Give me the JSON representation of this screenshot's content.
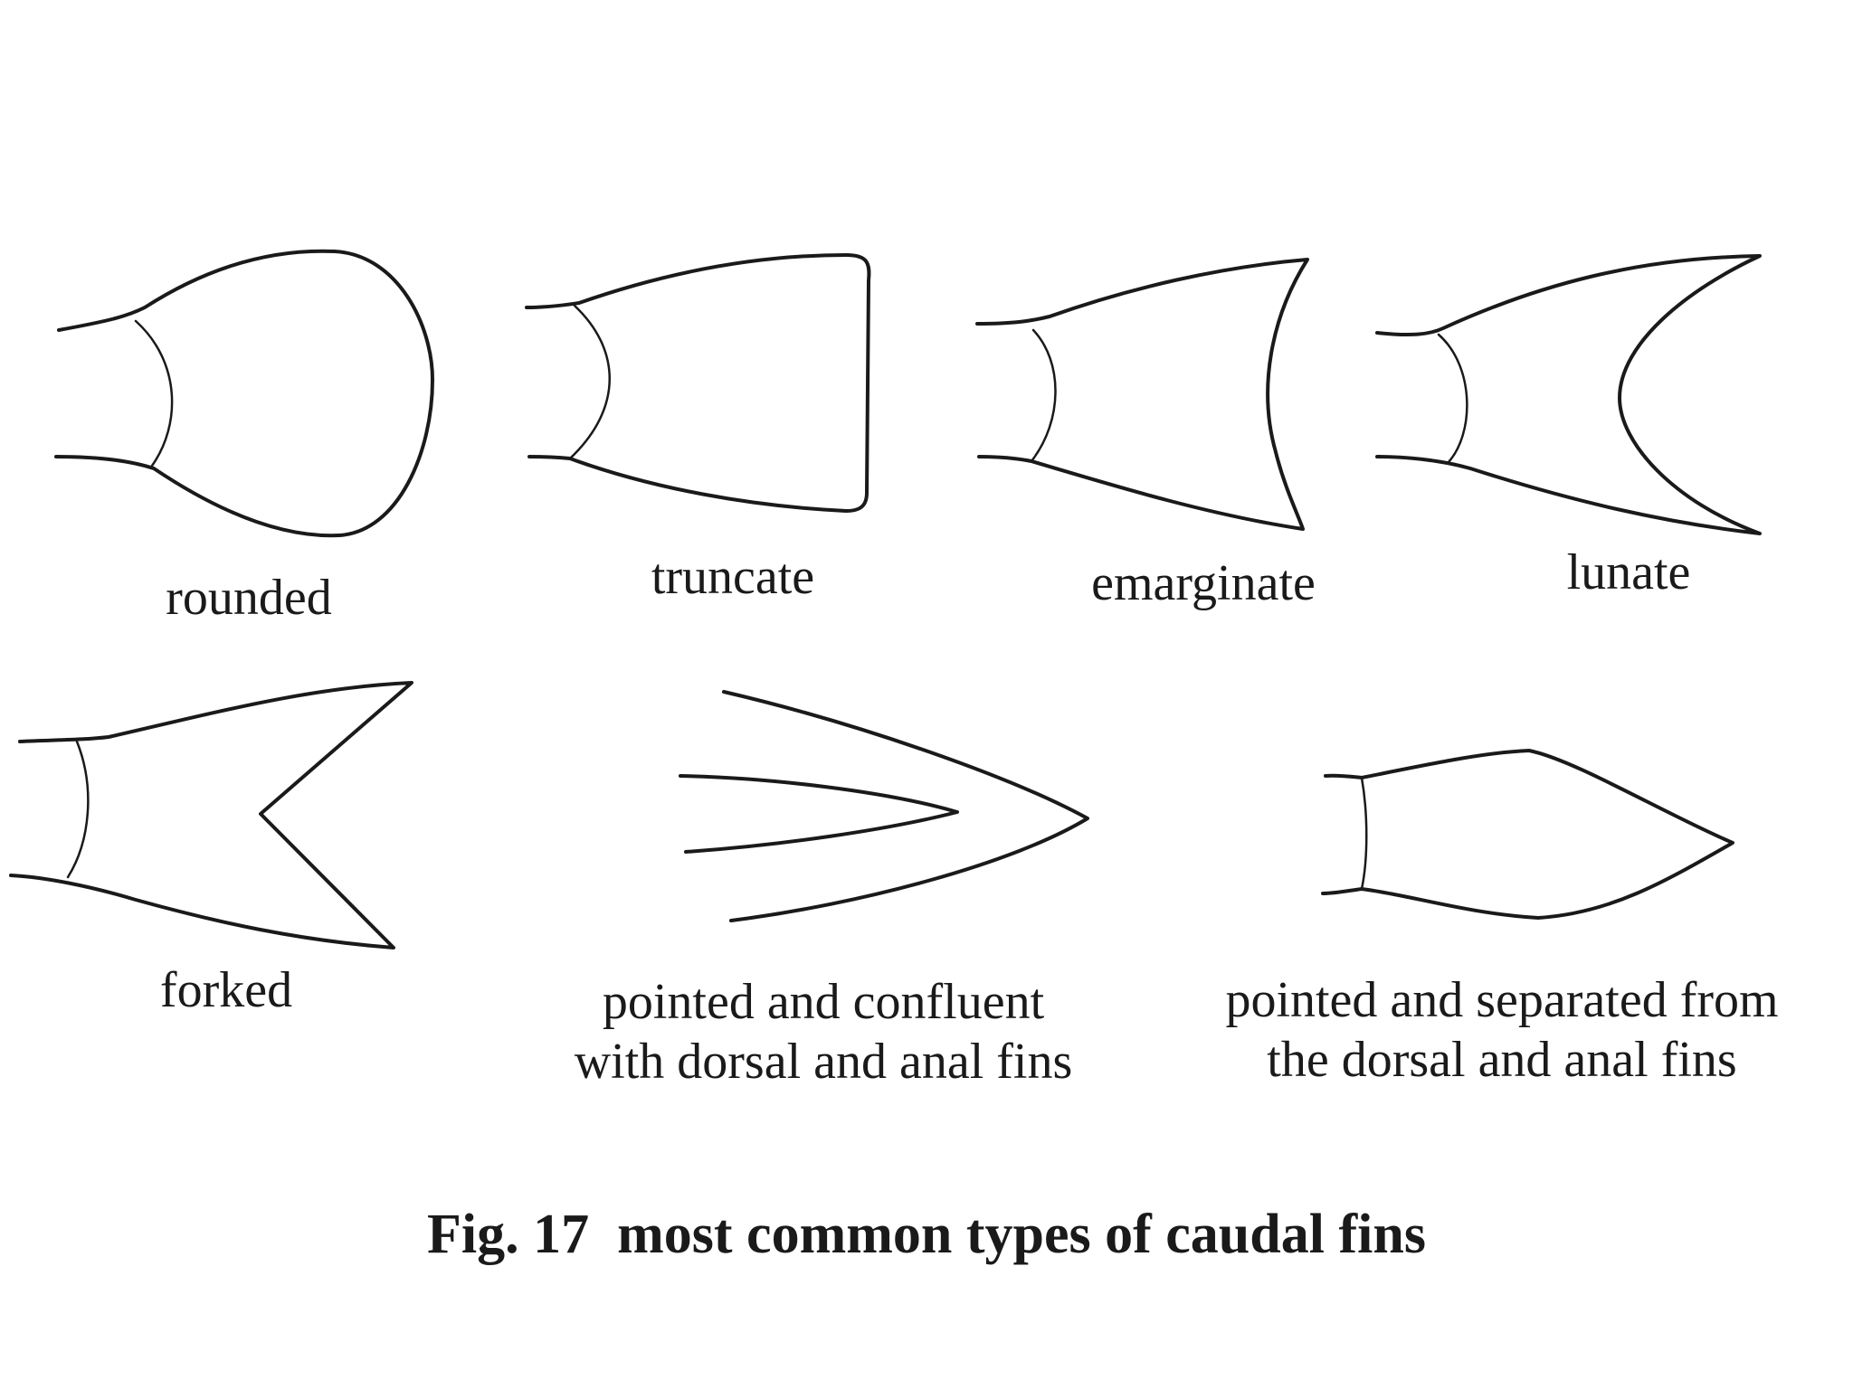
{
  "figure": {
    "caption": "Fig. 17  most common types of caudal fins",
    "fins": [
      {
        "id": "rounded",
        "label_lines": [
          "rounded"
        ]
      },
      {
        "id": "truncate",
        "label_lines": [
          "truncate"
        ]
      },
      {
        "id": "emarginate",
        "label_lines": [
          "emarginate"
        ]
      },
      {
        "id": "lunate",
        "label_lines": [
          "lunate"
        ]
      },
      {
        "id": "forked",
        "label_lines": [
          "forked"
        ]
      },
      {
        "id": "pointed-confluent",
        "label_lines": [
          "pointed and confluent",
          "with dorsal and anal fins"
        ]
      },
      {
        "id": "pointed-separated",
        "label_lines": [
          "pointed and separated from",
          "the dorsal and anal fins"
        ]
      }
    ]
  }
}
